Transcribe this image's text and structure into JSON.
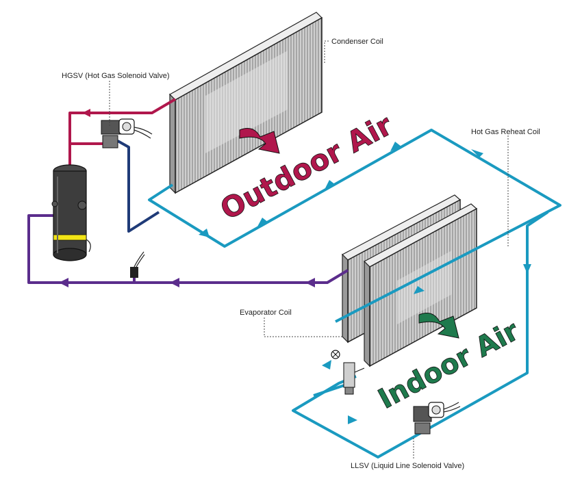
{
  "labels": {
    "condenser": "Condenser Coil",
    "hgsv": "HGSV (Hot Gas Solenoid Valve)",
    "reheat": "Hot Gas Reheat Coil",
    "evaporator": "Evaporator Coil",
    "llsv": "LLSV (Liquid Line Solenoid Valve)",
    "outdoor_air": "Outdoor Air",
    "indoor_air": "Indoor Air"
  },
  "colors": {
    "hot_gas_line": "#b0174c",
    "liquid_line": "#1a9ac0",
    "suction_line": "#5b2d8c",
    "discharge_line": "#1f3b78",
    "outdoor_text": "#b0174c",
    "indoor_text": "#1f7a4d",
    "coil_fill": "#d6d6d6",
    "component_dark": "#3a3a3a"
  }
}
